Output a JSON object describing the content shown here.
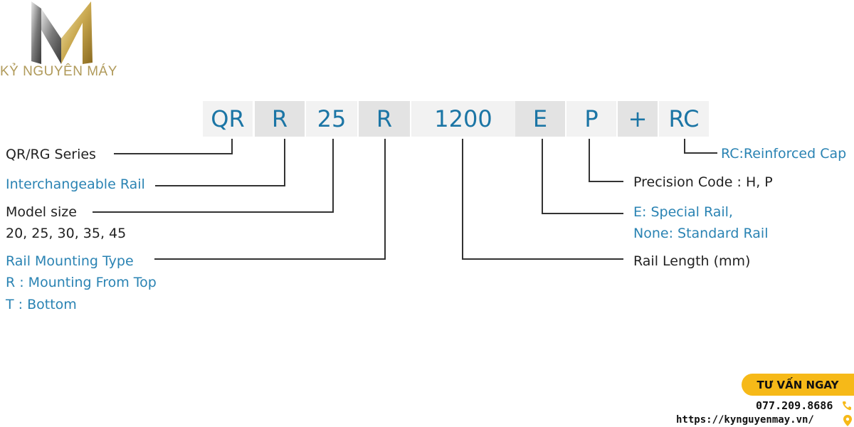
{
  "brand": {
    "name": "KỶ NGUYÊN MÁY",
    "logo_icon": "m-monogram-logo",
    "accent_gold": "#b09a5a"
  },
  "code": {
    "segments": [
      "QR",
      "R",
      "25",
      "R",
      "1200",
      "E",
      "P",
      "+",
      "RC"
    ],
    "text_color": "#1b75a5"
  },
  "labels": {
    "series": "QR/RG Series",
    "interchangeable": "Interchangeable Rail",
    "model_size": "Model size",
    "model_sizes": "20, 25, 30, 35, 45",
    "mounting_type": "Rail Mounting Type",
    "mounting_top": "R : Mounting From Top",
    "mounting_bottom": "T : Bottom",
    "reinforced_cap": "RC:Reinforced Cap",
    "precision": "Precision Code : H, P",
    "special_rail": "E: Special Rail,",
    "standard_rail": "None: Standard Rail",
    "rail_length": "Rail Length (mm)"
  },
  "contact": {
    "cta_label": "TƯ VẤN NGAY",
    "phone": "077.209.8686",
    "phone_icon": "phone-icon",
    "url": "https://kynguyenmay.vn/",
    "location_icon": "location-pin-icon",
    "cta_color": "#f6b918"
  }
}
